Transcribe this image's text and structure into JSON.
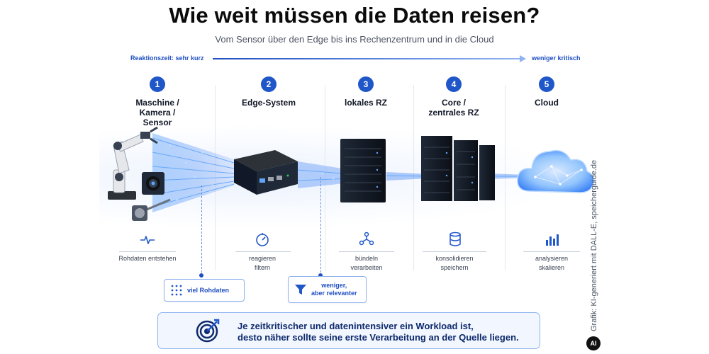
{
  "header": {
    "title": "Wie weit müssen die Daten reisen?",
    "subtitle": "Vom Sensor über den Edge bis ins Rechenzentrum und in die Cloud"
  },
  "axis": {
    "left_label": "Reaktionszeit: sehr kurz",
    "right_label": "weniger kritisch"
  },
  "columns": [
    {
      "number": "1",
      "title": "Maschine /\nKamera /\nSensor",
      "feature": "Rohdaten entstehen",
      "icon": "pulse-icon"
    },
    {
      "number": "2",
      "title": "Edge-System",
      "feature": "reagieren\nfiltern",
      "icon": "gauge-icon"
    },
    {
      "number": "3",
      "title": "lokales RZ",
      "feature": "bündeln\nverarbeiten",
      "icon": "network-icon"
    },
    {
      "number": "4",
      "title": "Core /\nzentrales RZ",
      "feature": "konsolidieren\nspeichern",
      "icon": "database-icon"
    },
    {
      "number": "5",
      "title": "Cloud",
      "feature": "analysieren\nskalieren",
      "icon": "bar-chart-icon"
    }
  ],
  "tags": {
    "raw": "viel Rohdaten",
    "filtered": "weniger,\naber relevanter"
  },
  "bottom_note": "Je zeitkritischer und datenintensiver ein Workload ist,\ndesto näher sollte seine erste Verarbeitung an der Quelle liegen.",
  "credit": "Grafik: KI-generiert mit DALL-E, speicherguide.de",
  "badge": "AI",
  "colors": {
    "accent": "#1f56c8",
    "stream": "#3b82f6",
    "tag_border": "#8fb3f2",
    "note_bg": "#f1f6ff"
  }
}
